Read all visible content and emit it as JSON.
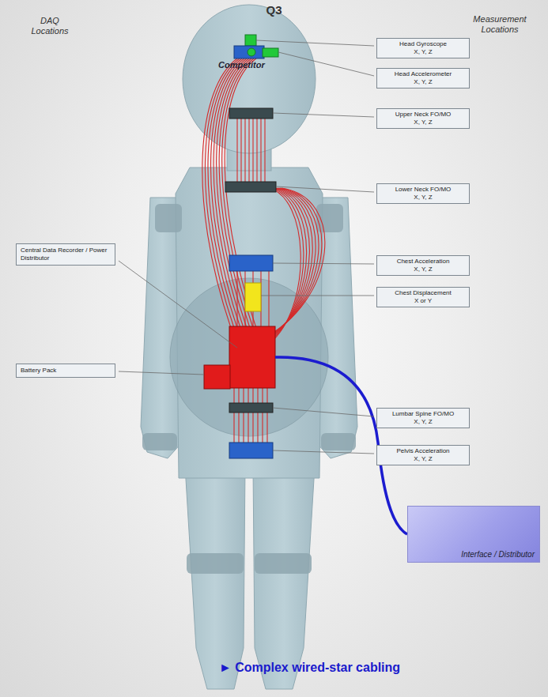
{
  "diagram": {
    "title": "Q3",
    "caption": "► Complex wired-star cabling",
    "nodes": [
      {
        "text": [
          "Head Gyroscope",
          "X, Y, Z"
        ]
      },
      {
        "text": [
          "Head Accelerometer",
          "X, Y, Z"
        ]
      },
      {
        "text": [
          "Upper Neck FO/MO",
          "X, Y, Z"
        ]
      },
      {
        "text": [
          "Lower Neck FO/MO",
          "X, Y, Z"
        ]
      },
      {
        "text": [
          "Chest Acceleration",
          "X, Y, Z"
        ]
      },
      {
        "text": [
          "Chest Displacement",
          "X or Y"
        ]
      },
      {
        "text": [
          "Central Data Recorder / Power Distributor"
        ]
      },
      {
        "text": [
          "Battery Pack"
        ]
      },
      {
        "text": [
          "Lumbar Spine FO/MO",
          "X, Y, Z"
        ]
      },
      {
        "text": [
          "Pelvis Acceleration",
          "X, Y, Z"
        ]
      },
      {
        "text": [
          "Interface / Distributor"
        ]
      }
    ],
    "labels": [
      "DAQ Locations",
      "Measurement Locations",
      "Competitor"
    ]
  }
}
